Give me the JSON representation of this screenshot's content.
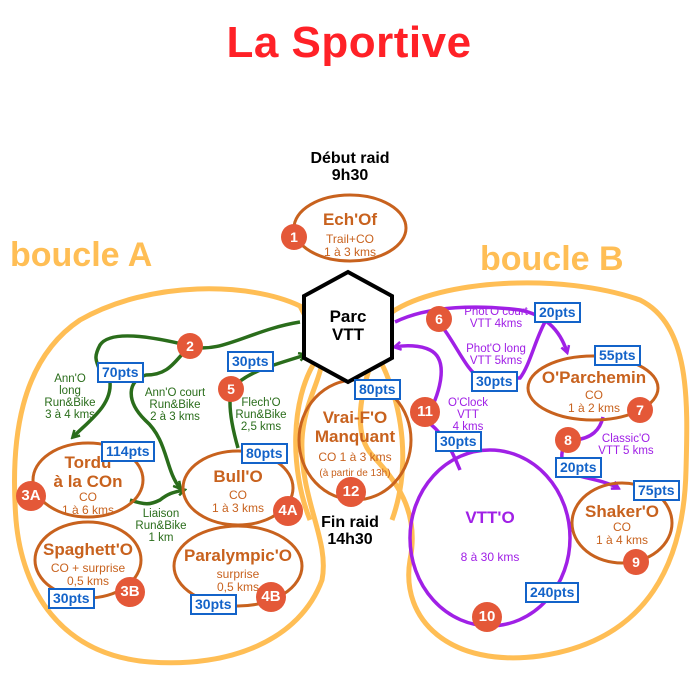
{
  "title": "La Sportive",
  "start": {
    "label": "Début raid",
    "time": "9h30"
  },
  "end": {
    "label": "Fin raid",
    "time": "14h30"
  },
  "hub": {
    "line1": "Parc",
    "line2": "VTT"
  },
  "loops": {
    "a": "boucle A",
    "b": "boucle B"
  },
  "colors": {
    "title": "#ff2127",
    "loop": "#ffbe55",
    "station": "#c8621e",
    "run_bike": "#2a6d1b",
    "vtt": "#a020e6",
    "points": "#1363c9",
    "badge": "#e45838"
  },
  "stations": {
    "echof": {
      "badge": "1",
      "name": "Ech'Of",
      "desc1": "Trail+CO",
      "desc2": "1 à 3 kms"
    },
    "tordu": {
      "badge": "3A",
      "name1": "Tordu",
      "name2": "à la COn",
      "desc1": "CO",
      "desc2": "1 à 6 kms",
      "points": "114pts"
    },
    "spaghetto": {
      "badge": "3B",
      "name": "Spaghett'O",
      "desc1": "CO + surprise",
      "desc2": "0,5 kms",
      "points": "30pts"
    },
    "bullo": {
      "badge": "4A",
      "name": "Bull'O",
      "desc1": "CO",
      "desc2": "1 à 3 kms",
      "points": "80pts"
    },
    "paralympico": {
      "badge": "4B",
      "name": "Paralympic'O",
      "desc1": "surprise",
      "desc2": "0,5 kms",
      "points": "30pts"
    },
    "vraifo": {
      "badge": "12",
      "name1": "Vrai-F'O",
      "name2": "Manquant",
      "desc1": "CO 1 à 3 kms",
      "desc2": "(à partir de 13h)",
      "points": "80pts"
    },
    "oparchemin": {
      "badge": "7",
      "name": "O'Parchemin",
      "desc1": "CO",
      "desc2": "1 à 2 kms",
      "points": "55pts"
    },
    "shakero": {
      "badge": "9",
      "name": "Shaker'O",
      "desc1": "CO",
      "desc2": "1 à 4 kms",
      "points": "75pts"
    },
    "vtto": {
      "badge": "10",
      "name": "VTT'O",
      "desc": "8 à 30 kms",
      "points": "240pts"
    }
  },
  "routes": {
    "anno": {
      "badge": "2",
      "points": "70pts",
      "long": [
        "Ann'O",
        "long",
        "Run&Bike",
        "3 à 4 kms"
      ],
      "court": [
        "Ann'O court",
        "Run&Bike",
        "2 à 3 kms"
      ]
    },
    "flecho": {
      "badge": "5",
      "points": "30pts",
      "lines": [
        "Flech'O",
        "Run&Bike",
        "2,5 kms"
      ]
    },
    "liaison": {
      "lines": [
        "Liaison",
        "Run&Bike",
        "1 km"
      ]
    },
    "photo": {
      "badge": "6",
      "court": [
        "Phot'O court",
        "VTT 4kms"
      ],
      "court_points": "20pts",
      "long": [
        "Phot'O long",
        "VTT 5kms"
      ],
      "long_points": "30pts"
    },
    "classico": {
      "badge": "8",
      "lines": [
        "Classic'O",
        "VTT 5 kms"
      ],
      "points": "20pts"
    },
    "oclock": {
      "badge": "11",
      "lines": [
        "O'Clock",
        "VTT",
        "4 kms"
      ],
      "points": "30pts"
    }
  }
}
